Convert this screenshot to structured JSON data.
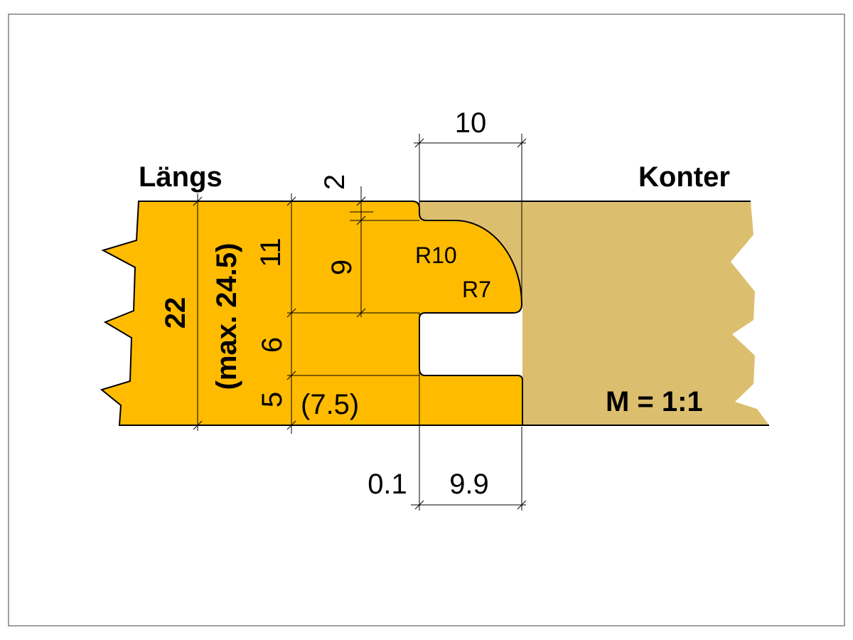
{
  "labels": {
    "left_piece": "Längs",
    "right_piece": "Konter",
    "scale": "M = 1:1"
  },
  "dimensions": {
    "top_width": "10",
    "top_offset": "2",
    "total_height": "22",
    "max_height": "(max. 24.5)",
    "upper_height": "11",
    "tongue_height": "9",
    "groove_height": "6",
    "lower_height": "5",
    "lower_alt": "(7.5)",
    "radius_large": "R10",
    "radius_small": "R7",
    "gap": "0.1",
    "bottom_width": "9.9"
  },
  "colors": {
    "frame": "#808080",
    "left_fill": "#ffbb00",
    "right_fill": "#dcbf6e",
    "outline": "#000000"
  }
}
